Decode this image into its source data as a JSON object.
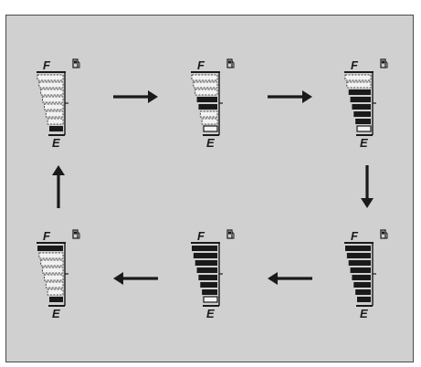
{
  "diagram": {
    "full_label": "F",
    "empty_label": "E",
    "icon": "fuel-pump-icon",
    "segment_count": 8,
    "colors": {
      "panel": "#d0d0d0",
      "border": "#4a4a4a",
      "ink": "#1a1a1a",
      "empty_segment": "#f2f2f2"
    },
    "gauges": [
      {
        "id": "1",
        "lit": [
          1
        ],
        "outlined": []
      },
      {
        "id": "2",
        "lit": [
          4,
          5
        ],
        "outlined": [
          1
        ]
      },
      {
        "id": "3",
        "lit": [
          2,
          3,
          4,
          5,
          6
        ],
        "outlined": [
          1
        ]
      },
      {
        "id": "4",
        "lit": [
          1,
          2,
          3,
          4,
          5,
          6,
          7,
          8
        ],
        "outlined": []
      },
      {
        "id": "5",
        "lit": [
          2,
          3,
          4,
          5,
          6,
          7,
          8
        ],
        "outlined": [
          1
        ]
      },
      {
        "id": "6",
        "lit": [
          1,
          8
        ],
        "outlined": []
      }
    ],
    "arrows": [
      {
        "from": "1",
        "to": "2",
        "direction": "right"
      },
      {
        "from": "2",
        "to": "3",
        "direction": "right"
      },
      {
        "from": "3",
        "to": "4",
        "direction": "down"
      },
      {
        "from": "4",
        "to": "5",
        "direction": "left"
      },
      {
        "from": "5",
        "to": "6",
        "direction": "left"
      },
      {
        "from": "6",
        "to": "1",
        "direction": "up"
      }
    ]
  }
}
